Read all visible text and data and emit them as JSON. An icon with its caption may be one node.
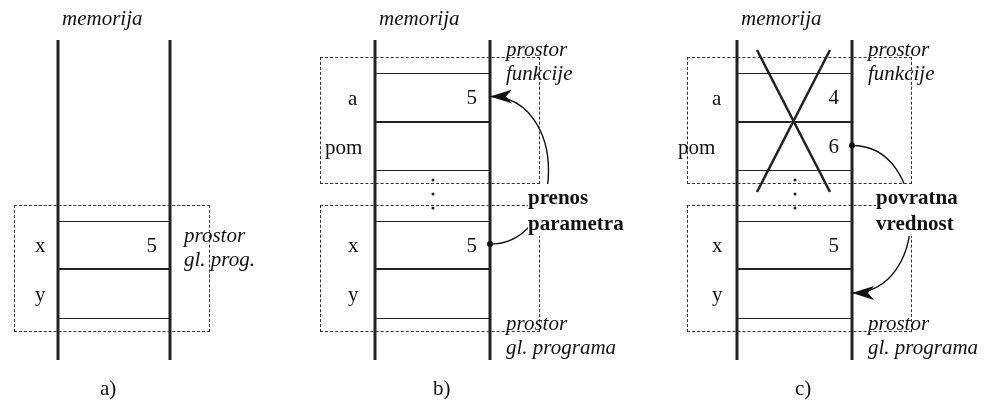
{
  "diagram": {
    "nodes": [
      {
        "text": [
          "prostor gl. prog."
        ]
      },
      {
        "text": [
          "5"
        ],
        "beside": [
          "x"
        ],
        "in": 0
      },
      {
        "text": [],
        "shape": "box",
        "beside": [
          "y"
        ],
        "in": 0
      },
      {
        "text": [
          "prostor funkcije"
        ]
      },
      {
        "text": [
          "5"
        ],
        "beside": [
          "a"
        ],
        "in": 3
      },
      {
        "text": [],
        "shape": "box",
        "beside": [
          "pom"
        ],
        "in": 3
      },
      {
        "text": [
          "prostor gl. programa"
        ]
      },
      {
        "text": [
          "5"
        ],
        "beside": [
          "x"
        ],
        "in": 6
      },
      {
        "text": [],
        "shape": "box",
        "beside": [
          "y"
        ],
        "in": 6
      },
      {
        "text": [
          "prostor funkcije"
        ]
      },
      {
        "text": [
          "4"
        ],
        "beside": [
          "a"
        ],
        "in": 9
      },
      {
        "text": [
          "6"
        ],
        "beside": [
          "pom"
        ],
        "in": 9
      },
      {
        "text": [
          "prostor gl. programa"
        ]
      },
      {
        "text": [
          "5"
        ],
        "beside": [
          "x"
        ],
        "in": 12
      },
      {
        "text": [],
        "shape": "box",
        "beside": [
          "y"
        ],
        "in": 12
      }
    ],
    "edges": [
      {
        "from": 7,
        "to": 4,
        "arrow": "to",
        "label": "prenos parametra"
      },
      {
        "from": 11,
        "to": 14,
        "arrow": "to",
        "label": "povratna vrednost"
      }
    ],
    "labels": [
      "memorija",
      "memorija",
      "memorija",
      "a)",
      "b)",
      "c)"
    ]
  }
}
